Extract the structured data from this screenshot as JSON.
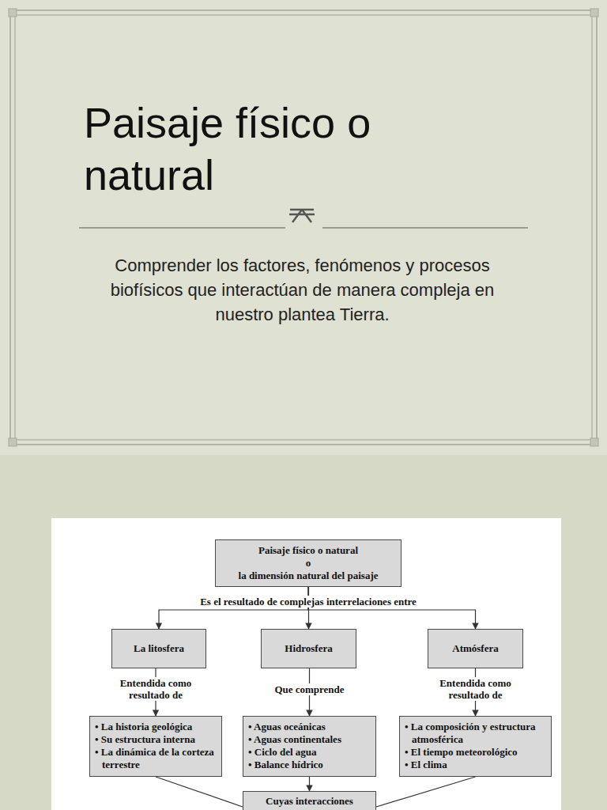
{
  "diagram": {
    "title": "Paisaje físico o natural",
    "nodes": [
      {
        "text": [
          "Paisaje físico o natural",
          "o",
          "la dimensión natural del paisaje"
        ]
      },
      {
        "text": [
          "La litosfera"
        ]
      },
      {
        "text": [
          "Hidrosfera"
        ]
      },
      {
        "text": [
          "Atmósfera"
        ]
      },
      {
        "text": [
          "• La historia geológica",
          "• Su estructura interna",
          "• La dinámica de la corteza terrestre"
        ]
      },
      {
        "text": [
          "• Aguas oceánicas",
          "• Aguas continentales",
          "• Ciclo del agua",
          "• Balance hídrico"
        ]
      },
      {
        "text": [
          "• La composición y estructura atmosférica",
          "• El tiempo meteorológico",
          "• El clima"
        ]
      },
      {
        "text": [
          "Cuyas interacciones"
        ]
      }
    ],
    "edges": [
      {
        "from": 0,
        "to": 1,
        "arrow": "to"
      },
      {
        "from": 0,
        "to": 2,
        "arrow": "to"
      },
      {
        "from": 0,
        "to": 3,
        "arrow": "to"
      },
      {
        "from": 1,
        "to": 4,
        "label": "Entendida como resultado de",
        "arrow": "to"
      },
      {
        "from": 2,
        "to": 5,
        "label": "Que comprende",
        "arrow": "to"
      },
      {
        "from": 3,
        "to": 6,
        "label": "Entendida como resultado de",
        "arrow": "to"
      },
      {
        "from": 4,
        "to": 7,
        "arrow": "none"
      },
      {
        "from": 5,
        "to": 7,
        "arrow": "to"
      },
      {
        "from": 6,
        "to": 7,
        "arrow": "none"
      }
    ],
    "labels": [
      "Comprender los factores, fenómenos y procesos biofísicos que interactúan de manera compleja en nuestro plantea Tierra.",
      "Es el resultado de complejas interrelaciones entre"
    ]
  }
}
